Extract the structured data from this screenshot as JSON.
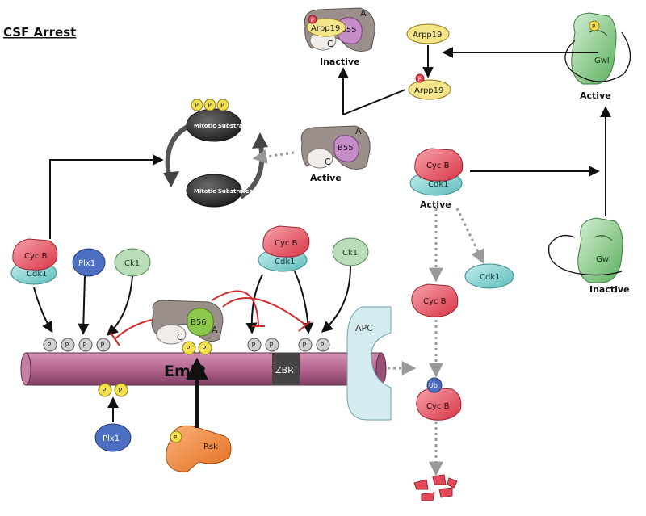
{
  "title": "CSF Arrest",
  "emi2": {
    "label": "Emi2",
    "zbr": "ZBR",
    "apc": "APC"
  },
  "phospho": "P",
  "ub": "Ub",
  "kinases": {
    "cycb": "Cyc B",
    "cdk1": "Cdk1",
    "plx1": "Plx1",
    "ck1": "Ck1",
    "rsk": "Rsk",
    "gwl": "Gwl"
  },
  "pp2a": {
    "a": "A",
    "c": "C",
    "b56": "B56",
    "b55": "B55"
  },
  "arpp19": "Arpp19",
  "substrates": {
    "top": "Mitotic Substrates",
    "bottom": "Mitotic Substrates"
  },
  "states": {
    "pp2a_top": "Inactive",
    "pp2a_mid": "Active",
    "gwl_top": "Active",
    "gwl_bottom": "Inactive",
    "cdk_right": "Active"
  },
  "colors": {
    "emi2": "#b5668f",
    "cycb": "#e24a5a",
    "cdk1": "#7fcfcf",
    "plx1": "#4c6fc1",
    "ck1": "#b9dcb9",
    "rsk": "#f08a3c",
    "gwl": "#7fc47f",
    "pp2a_a": "#9b8f8c",
    "b56": "#8cc84b",
    "b55": "#c58ec8",
    "arpp19": "#f5e58a",
    "apc": "#d4ecf0",
    "inhibit": "#d32b2b",
    "phospho_grey": "#d0d0d0",
    "phospho_yellow": "#f4e04d"
  }
}
